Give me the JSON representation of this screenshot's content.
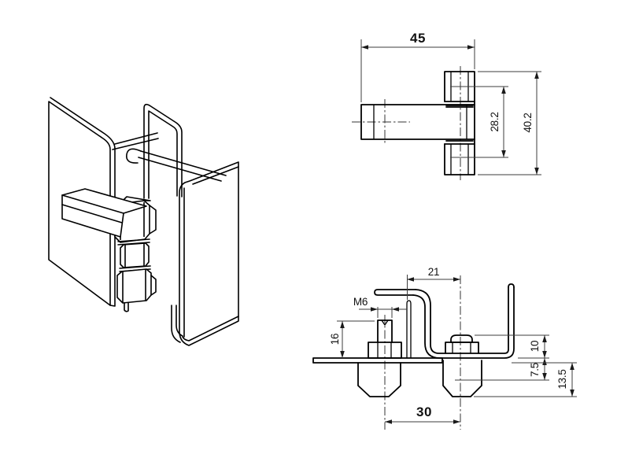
{
  "meta": {
    "title": "Hinge technical drawing",
    "background": "#ffffff",
    "part_line_color": "#000000",
    "dimension_line_color": "#3d3d3d",
    "text_color": "#111111"
  },
  "views": {
    "isometric": {
      "description": "isometric line drawing of sheet-metal hinge with knuckle blocks"
    },
    "top_view": {
      "dims": {
        "overall_width": "45",
        "knuckle_pitch": "28.2",
        "knuckle_overall": "40.2"
      }
    },
    "section_view": {
      "dims": {
        "pivot_to_bolt": "21",
        "thread": "M6",
        "screw_length": "16",
        "head_height": "10",
        "slot_center_depth": "7.5",
        "nut_depth": "13.5",
        "bolt_pitch": "30"
      }
    }
  }
}
